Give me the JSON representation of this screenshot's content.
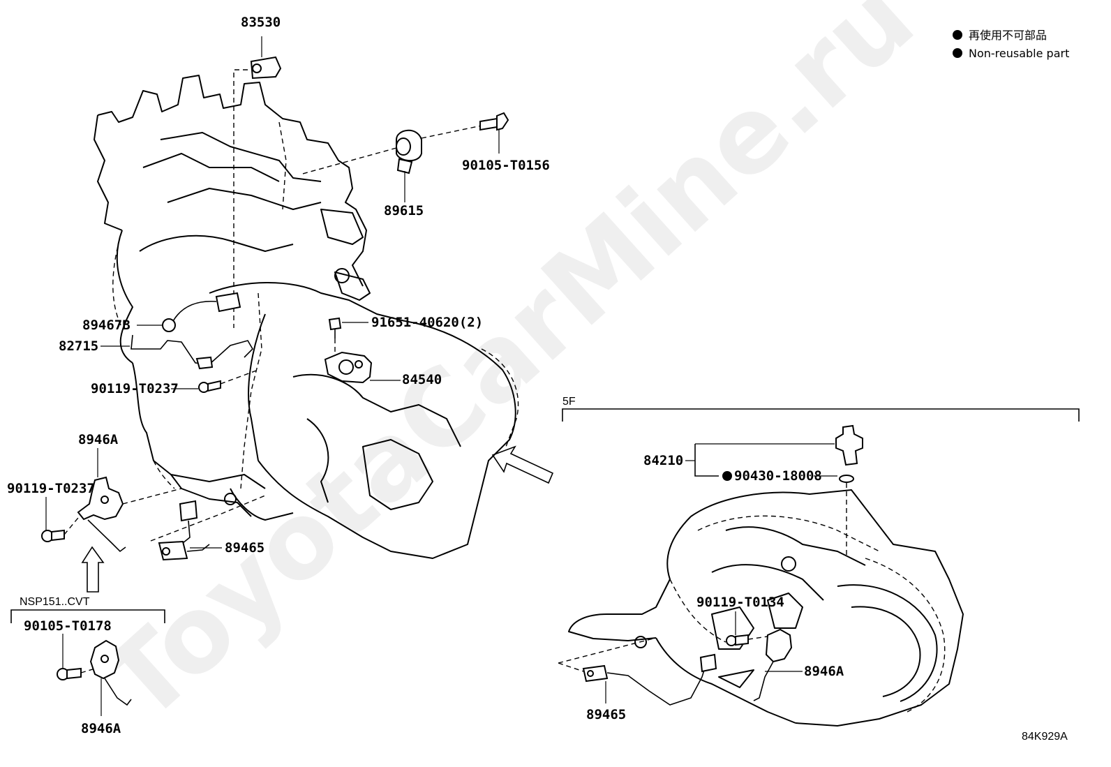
{
  "legend": {
    "jp": "再使用不可部品",
    "en": "Non-reusable part"
  },
  "watermark": "ToyotaCarMine.ru",
  "drawing_code": "84K929A",
  "groups": {
    "five_speed": "5F",
    "cvt": "NSP151..CVT"
  },
  "labels": {
    "p83530": "83530",
    "p90105_T0156": "90105-T0156",
    "p89615": "89615",
    "p89467B": "89467B",
    "p82715": "82715",
    "p90119_T0237_a": "90119-T0237",
    "p91651_40620": "91651-40620(2)",
    "p84540": "84540",
    "p8946A_a": "8946A",
    "p90119_T0237_b": "90119-T0237",
    "p89465_a": "89465",
    "p90105_T0178": "90105-T0178",
    "p8946A_b": "8946A",
    "p84210": "84210",
    "p90430_18008": "90430-18008",
    "p90119_T0134": "90119-T0134",
    "p8946A_c": "8946A",
    "p89465_b": "89465"
  }
}
